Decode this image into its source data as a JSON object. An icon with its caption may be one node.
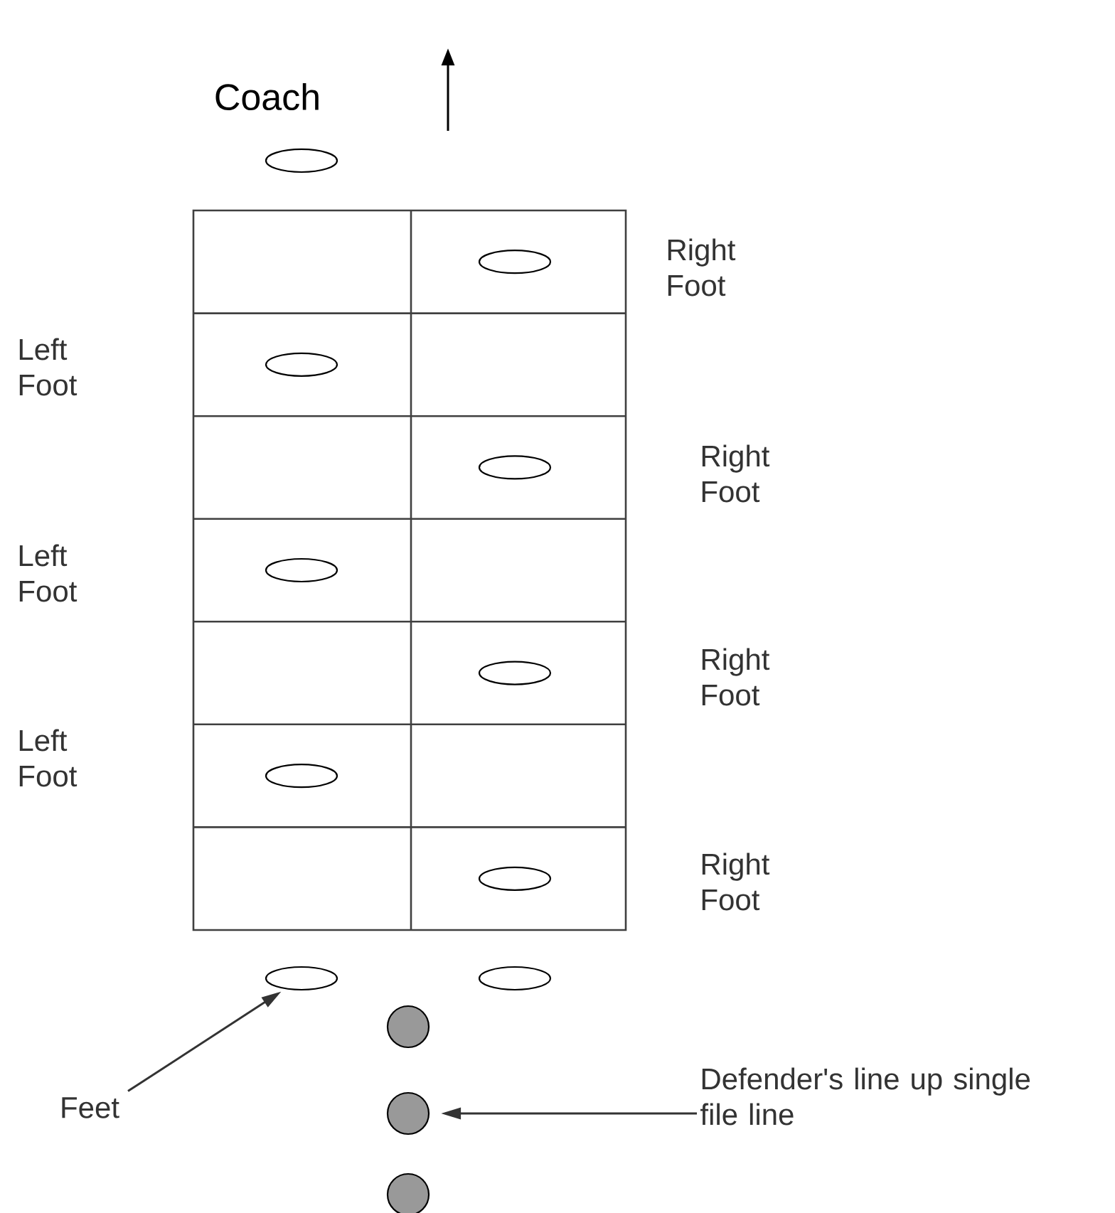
{
  "diagram": {
    "nodes": [
      {
        "text": [
          "Feet"
        ]
      },
      {
        "text": [],
        "shape": "oval"
      },
      {
        "text": [],
        "shape": "oval"
      },
      {
        "text": [
          "Defender's line up single file line"
        ]
      },
      {
        "text": [],
        "shape": "circle"
      },
      {
        "text": [],
        "shape": "circle"
      },
      {
        "text": [],
        "shape": "circle"
      }
    ],
    "edges": [
      {
        "from": 0,
        "to": 1,
        "arrow": "to"
      },
      {
        "from": 3,
        "to": 5,
        "arrow": "to"
      }
    ],
    "labels": [
      "Coach",
      "Right Foot",
      "Left Foot",
      "Right Foot",
      "Left Foot",
      "Right Foot",
      "Left Foot",
      "Right Foot"
    ]
  }
}
